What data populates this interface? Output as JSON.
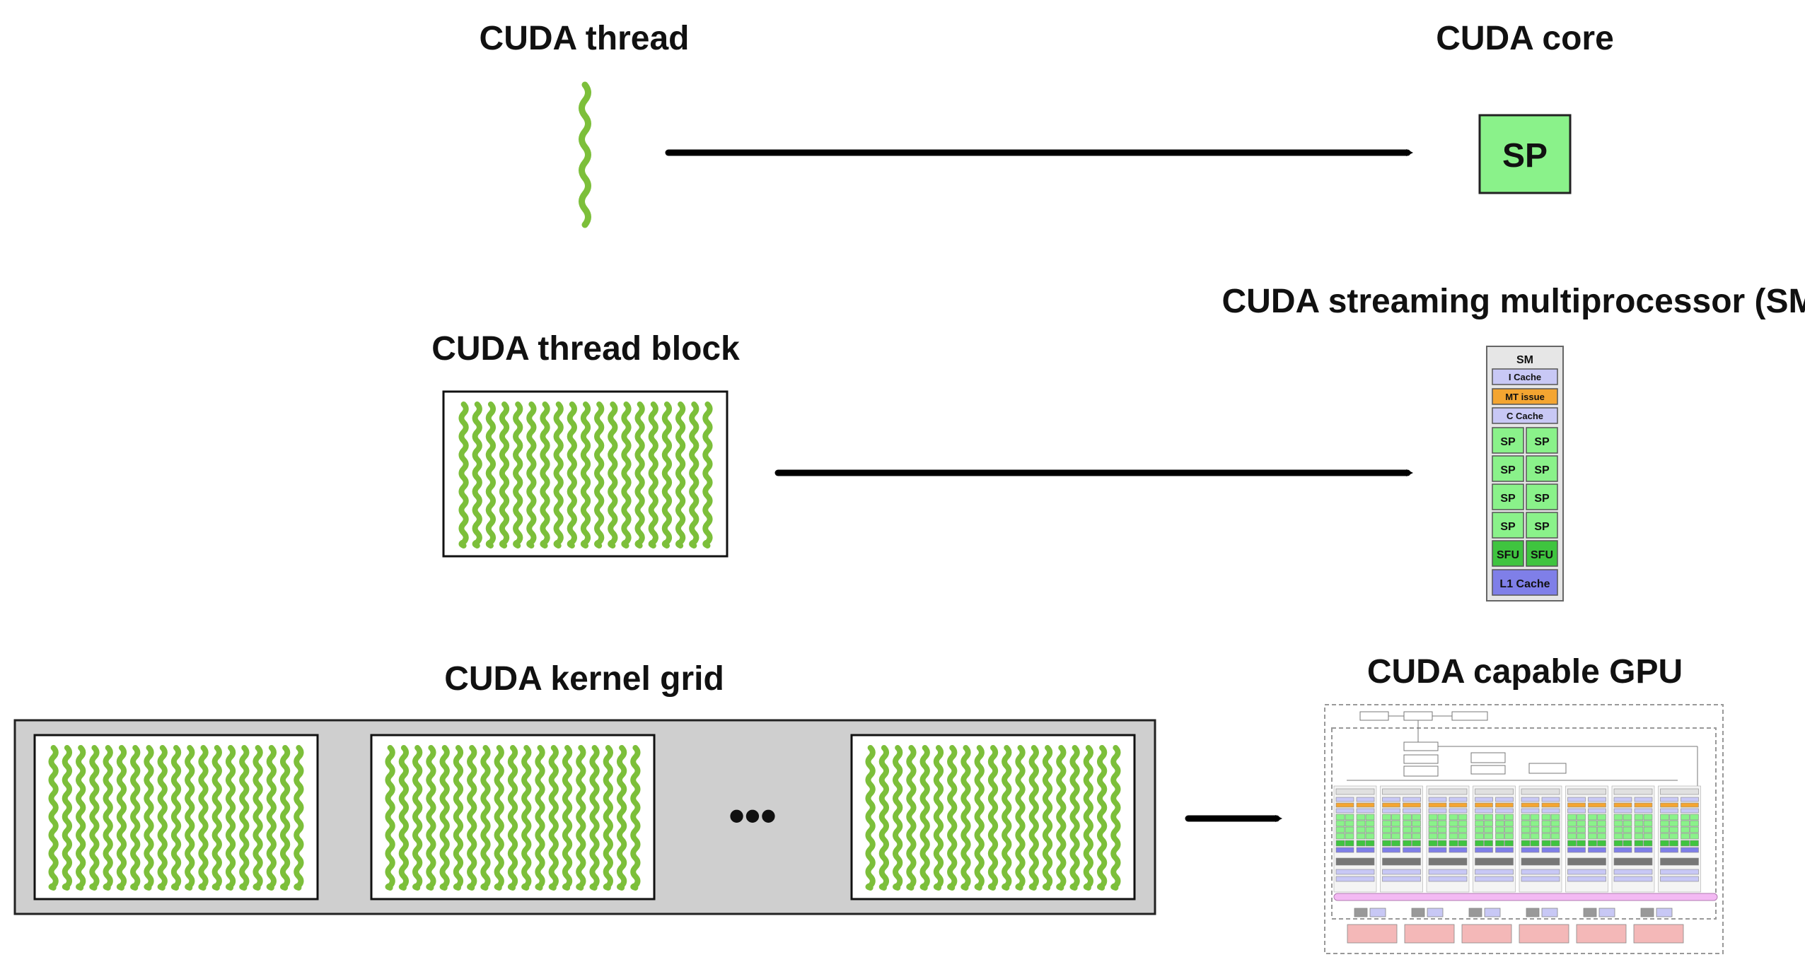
{
  "labels": {
    "cuda_thread": "CUDA thread",
    "cuda_core": "CUDA core",
    "cuda_thread_block": "CUDA thread block",
    "cuda_sm": "CUDA streaming multiprocessor (SM)",
    "cuda_kernel_grid": "CUDA kernel grid",
    "cuda_gpu": "CUDA capable GPU"
  },
  "core_box": {
    "text": "SP"
  },
  "sm": {
    "title": "SM",
    "i_cache": "I Cache",
    "mt_issue": "MT issue",
    "c_cache": "C Cache",
    "sp": "SP",
    "sfu": "SFU",
    "l1_cache": "L1 Cache"
  },
  "grid_ellipsis": "•••",
  "colors": {
    "thread_green": "#7cbf3a",
    "sp_green": "#8af28a",
    "sfu_green": "#3fc43f",
    "cache_lavender": "#c8c8f5",
    "l1_blue": "#7f7fe8",
    "mt_orange": "#f4a531",
    "grid_gray": "#cfcfcf",
    "gpu_pink": "#f4b8b8",
    "bus_pink": "#f3b9f3"
  }
}
